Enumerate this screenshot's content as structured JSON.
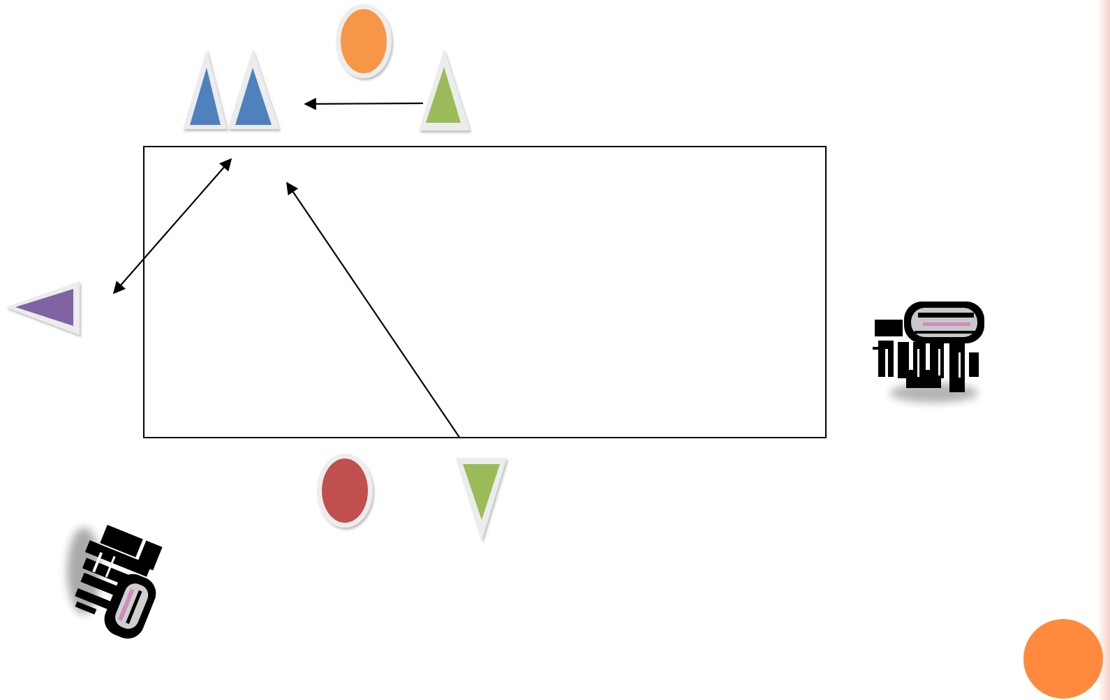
{
  "slide": {
    "background": "#ffffff",
    "edge_stripe_color": "#f6d2c6"
  },
  "shapes": {
    "blue_triangle_color": "#4f81bd",
    "green_triangle_color": "#9bbb59",
    "purple_triangle_color": "#8064a2",
    "orange_circle_color": "#f79646",
    "red_circle_color": "#c0504d",
    "corner_circle_color": "#ff8a3d",
    "outline_color": "#e9e9e9"
  },
  "field": {
    "border_color": "#000000"
  },
  "arrows": {
    "color": "#000000",
    "count": 3
  },
  "images": {
    "player_robot_right": "robot-photo",
    "player_robot_bottom_left": "robot-photo"
  }
}
